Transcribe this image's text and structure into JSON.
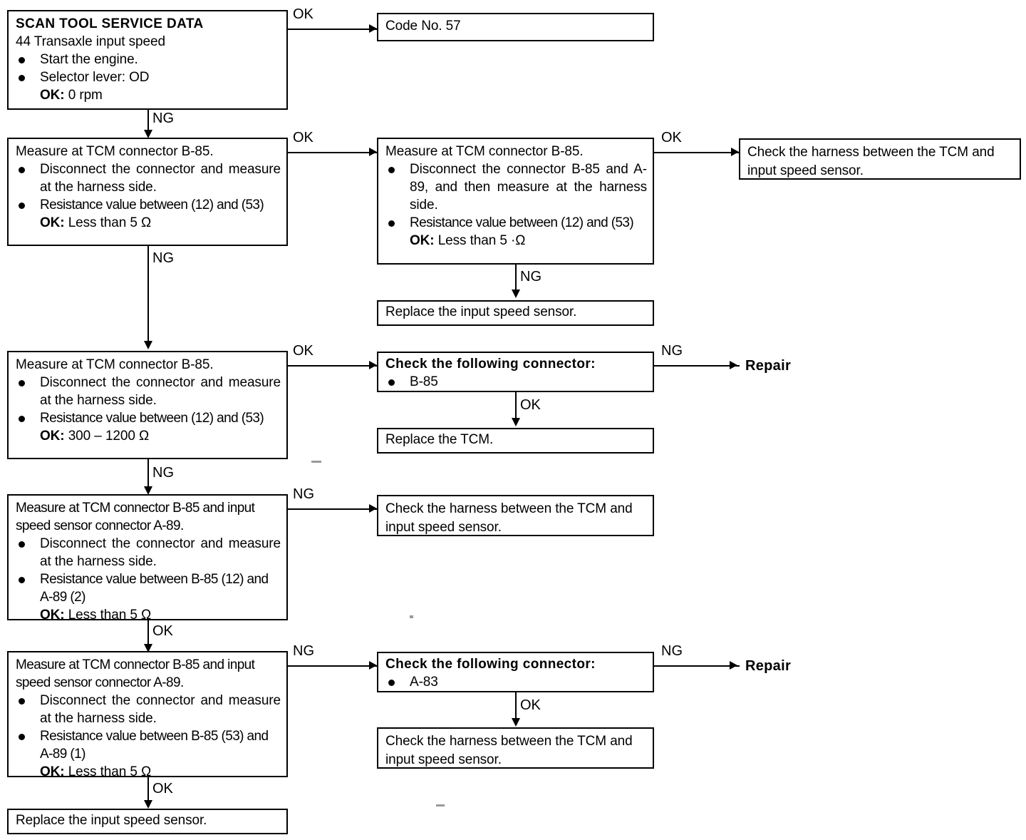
{
  "diagram": {
    "title": "Transaxle input speed sensor diagnostic flow",
    "labels": {
      "ok": "OK",
      "ng": "NG"
    },
    "terminals": {
      "repair": "Repair"
    }
  },
  "boxes": {
    "scan_tool": {
      "header": "SCAN TOOL SERVICE DATA",
      "subheader": "44 Transaxle input speed",
      "items": [
        "Start the engine.",
        "Selector lever: OD"
      ],
      "ok_label": "OK:",
      "ok_value": "0 rpm"
    },
    "code_no": {
      "text": "Code No. 57"
    },
    "measure_b85_a": {
      "header": "Measure at TCM connector B-85.",
      "items": [
        "Disconnect the connector and measure at the harness side.",
        "Resistance value between (12) and (53)"
      ],
      "ok_label": "OK:",
      "ok_value": "Less than 5 Ω"
    },
    "measure_b85_a89": {
      "header": "Measure at TCM connector B-85.",
      "items": [
        "Disconnect the connector B-85 and A-89, and then measure at the harness side.",
        "Resistance value between (12) and (53)"
      ],
      "ok_label": "OK:",
      "ok_value": "Less than 5 ·Ω"
    },
    "check_harness_1": {
      "text": "Check the harness between the TCM and input speed sensor."
    },
    "replace_sensor_1": {
      "text": "Replace the input speed sensor."
    },
    "measure_b85_b": {
      "header": "Measure at TCM connector B-85.",
      "items": [
        "Disconnect the connector and measure at the harness side.",
        "Resistance value between (12) and (53)"
      ],
      "ok_label": "OK:",
      "ok_value": "300 – 1200 Ω"
    },
    "check_connector_b85": {
      "header": "Check the following connector:",
      "items": [
        "B-85"
      ]
    },
    "replace_tcm": {
      "text": "Replace the TCM."
    },
    "measure_b85_12_a89_2": {
      "header": "Measure at TCM connector B-85 and input speed sensor connector A-89.",
      "items": [
        "Disconnect the connector and measure at the harness side.",
        "Resistance value between B-85 (12) and A-89 (2)"
      ],
      "ok_label": "OK:",
      "ok_value": "Less than 5 Ω"
    },
    "check_harness_2": {
      "text": "Check the harness between the TCM and input speed sensor."
    },
    "measure_b85_53_a89_1": {
      "header": "Measure at TCM connector B-85 and input speed sensor connector A-89.",
      "items": [
        "Disconnect the connector and measure at the harness side.",
        "Resistance value between B-85 (53) and A-89 (1)"
      ],
      "ok_label": "OK:",
      "ok_value": "Less than 5 Ω"
    },
    "check_connector_a83": {
      "header": "Check the following connector:",
      "items": [
        "A-83"
      ]
    },
    "check_harness_3": {
      "text": "Check the harness between the TCM and input speed sensor."
    },
    "replace_sensor_2": {
      "text": "Replace the input speed sensor."
    }
  },
  "edge_labels": {
    "scan_to_code": "OK",
    "scan_to_measure": "NG",
    "measureA_to_measureA89": "OK",
    "measureA_down": "NG",
    "measureA89_to_harness": "OK",
    "measureA89_down": "NG",
    "measureB_to_connector": "OK",
    "measureB_down": "NG",
    "connectorB85_to_repair": "NG",
    "connectorB85_down": "OK",
    "measure12_to_harness": "NG",
    "measure12_down": "OK",
    "measure53_to_connector": "NG",
    "connectorA83_to_repair": "NG",
    "connectorA83_down": "OK",
    "measure53_down": "OK"
  }
}
